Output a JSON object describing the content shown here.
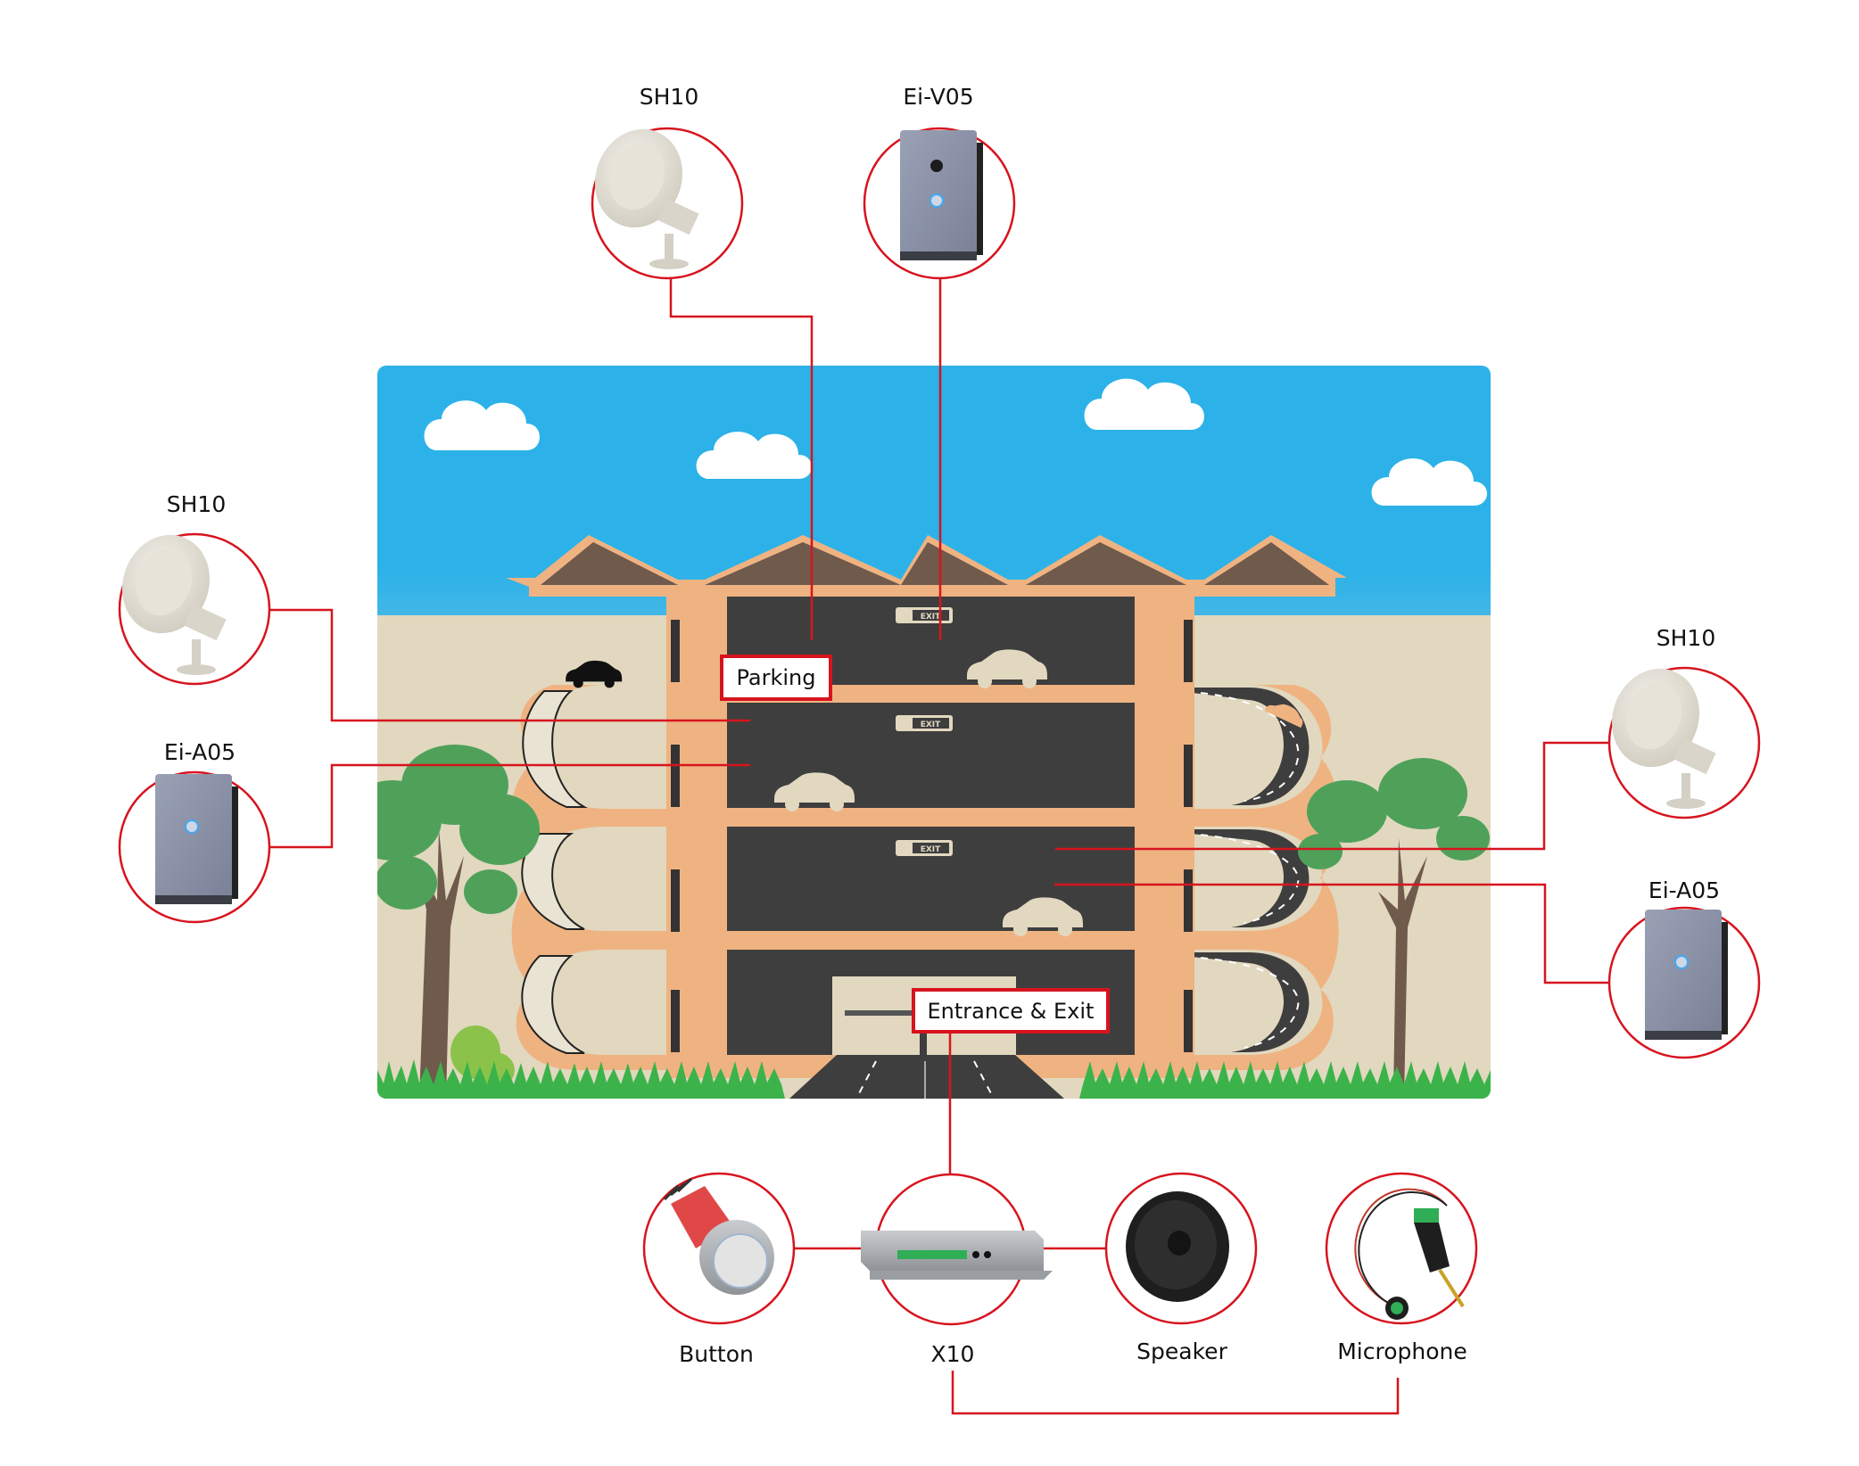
{
  "diagram": {
    "title": "Parking garage intercom system",
    "colors": {
      "connector": "#d7141e",
      "sky_top": "#2cb2e8",
      "sky_bottom": "#e1d8bf",
      "ground": "#e1d8bf",
      "building": "#efb382",
      "roof": "#6f5a4c",
      "asphalt": "#3e3e3e",
      "sign": "#e1d8bf",
      "foliage": "#4fa15a",
      "grass": "#3bb34a"
    },
    "zones": {
      "parking": "Parking",
      "entrance": "Entrance & Exit"
    },
    "exit_sign_text": "EXIT",
    "devices": {
      "top_horn": {
        "label": "SH10",
        "icon": "horn-speaker-icon"
      },
      "top_intercom": {
        "label": "Ei-V05",
        "icon": "video-intercom-icon"
      },
      "left_horn": {
        "label": "SH10",
        "icon": "horn-speaker-icon"
      },
      "left_intercom": {
        "label": "Ei-A05",
        "icon": "audio-intercom-icon"
      },
      "right_horn": {
        "label": "SH10",
        "icon": "horn-speaker-icon"
      },
      "right_intercom": {
        "label": "Ei-A05",
        "icon": "audio-intercom-icon"
      },
      "button": {
        "label": "Button",
        "icon": "push-button-icon"
      },
      "x10": {
        "label": "X10",
        "icon": "audio-module-icon"
      },
      "speaker": {
        "label": "Speaker",
        "icon": "loudspeaker-icon"
      },
      "microphone": {
        "label": "Microphone",
        "icon": "microphone-icon"
      }
    },
    "connections": [
      {
        "from": "top_horn",
        "to": "parking"
      },
      {
        "from": "top_intercom",
        "to": "parking"
      },
      {
        "from": "left_horn",
        "to": "parking"
      },
      {
        "from": "left_intercom",
        "to": "parking"
      },
      {
        "from": "right_horn",
        "to": "parking"
      },
      {
        "from": "right_intercom",
        "to": "parking"
      },
      {
        "from": "entrance",
        "to": "x10"
      },
      {
        "from": "button",
        "to": "x10"
      },
      {
        "from": "x10",
        "to": "speaker"
      },
      {
        "from": "x10",
        "to": "microphone"
      }
    ]
  }
}
